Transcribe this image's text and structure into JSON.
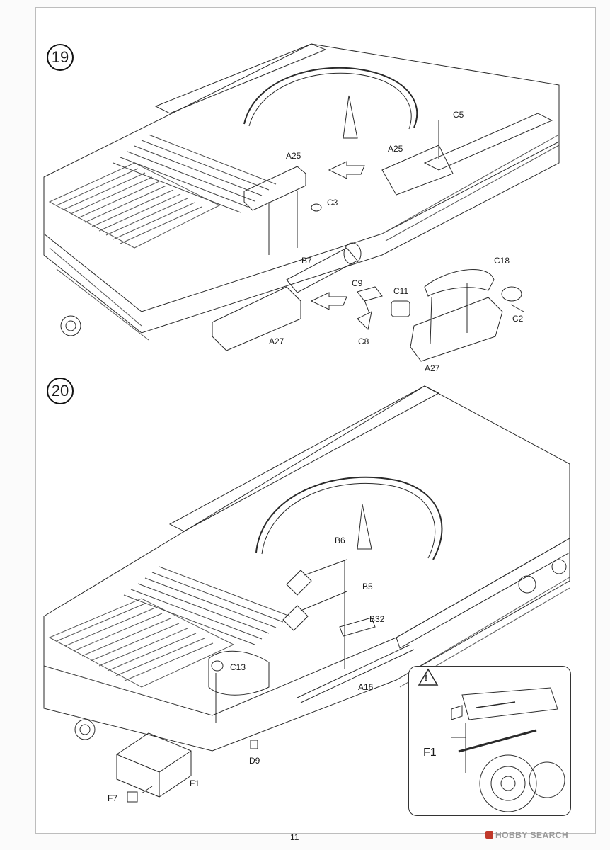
{
  "page": {
    "number": "11"
  },
  "watermark": {
    "text": "HOBBY SEARCH"
  },
  "steps": [
    {
      "number": "19",
      "parts": {
        "a25_left": "A25",
        "a25_right": "A25",
        "c5": "C5",
        "c3": "C3",
        "b7": "B7",
        "c18": "C18",
        "c9": "C9",
        "c11": "C11",
        "c2": "C2",
        "c8": "C8",
        "a27_left": "A27",
        "a27_right": "A27"
      }
    },
    {
      "number": "20",
      "parts": {
        "b6": "B6",
        "b5": "B5",
        "b32": "B32",
        "c13": "C13",
        "a16": "A16",
        "d9": "D9",
        "f1": "F1",
        "f7": "F7"
      },
      "inset": {
        "warning_symbol": "!",
        "part": "F1"
      }
    }
  ]
}
